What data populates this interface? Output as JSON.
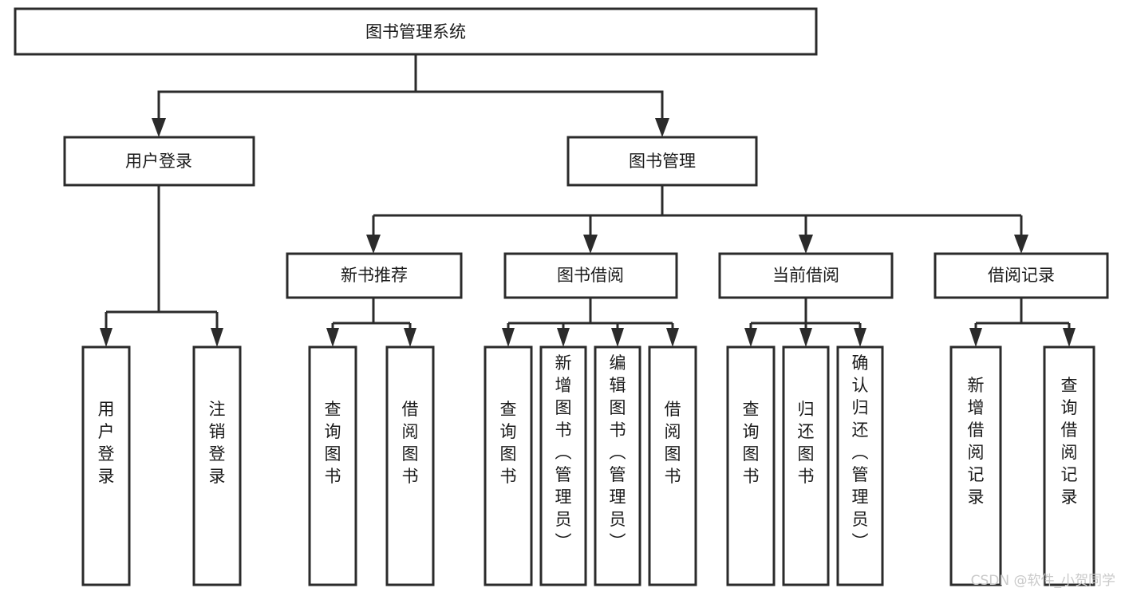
{
  "diagram": {
    "type": "tree-hierarchy",
    "title": "图书管理系统",
    "orientation": "top-down",
    "root": {
      "id": "root",
      "label": "图书管理系统"
    },
    "level1": [
      {
        "id": "user-login",
        "label": "用户登录"
      },
      {
        "id": "book-manage",
        "label": "图书管理"
      }
    ],
    "level2": [
      {
        "id": "new-book-recommend",
        "label": "新书推荐",
        "parent": "book-manage"
      },
      {
        "id": "book-borrow",
        "label": "图书借阅",
        "parent": "book-manage"
      },
      {
        "id": "current-borrow",
        "label": "当前借阅",
        "parent": "book-manage"
      },
      {
        "id": "borrow-record",
        "label": "借阅记录",
        "parent": "book-manage"
      }
    ],
    "leaves": {
      "user-login": [
        {
          "id": "leaf-user-login",
          "label": "用户登录"
        },
        {
          "id": "leaf-user-logout",
          "label": "注销登录"
        }
      ],
      "new-book-recommend": [
        {
          "id": "leaf-query-book-1",
          "label": "查询图书"
        },
        {
          "id": "leaf-borrow-book-1",
          "label": "借阅图书"
        }
      ],
      "book-borrow": [
        {
          "id": "leaf-query-book-2",
          "label": "查询图书"
        },
        {
          "id": "leaf-add-book",
          "label": "新增图书（管理员）"
        },
        {
          "id": "leaf-edit-book",
          "label": "编辑图书（管理员）"
        },
        {
          "id": "leaf-borrow-book-2",
          "label": "借阅图书"
        }
      ],
      "current-borrow": [
        {
          "id": "leaf-query-book-3",
          "label": "查询图书"
        },
        {
          "id": "leaf-return-book",
          "label": "归还图书"
        },
        {
          "id": "leaf-confirm-return",
          "label": "确认归还（管理员）"
        }
      ],
      "borrow-record": [
        {
          "id": "leaf-add-record",
          "label": "新增借阅记录"
        },
        {
          "id": "leaf-query-record",
          "label": "查询借阅记录"
        }
      ]
    }
  },
  "watermark": {
    "text": "CSDN @软件_小贺同学"
  },
  "colors": {
    "background": "#ffffff",
    "box_stroke": "#2b2b2b",
    "box_fill": "#ffffff",
    "text": "#1a1a1a",
    "watermark": "#c9c9c9"
  }
}
